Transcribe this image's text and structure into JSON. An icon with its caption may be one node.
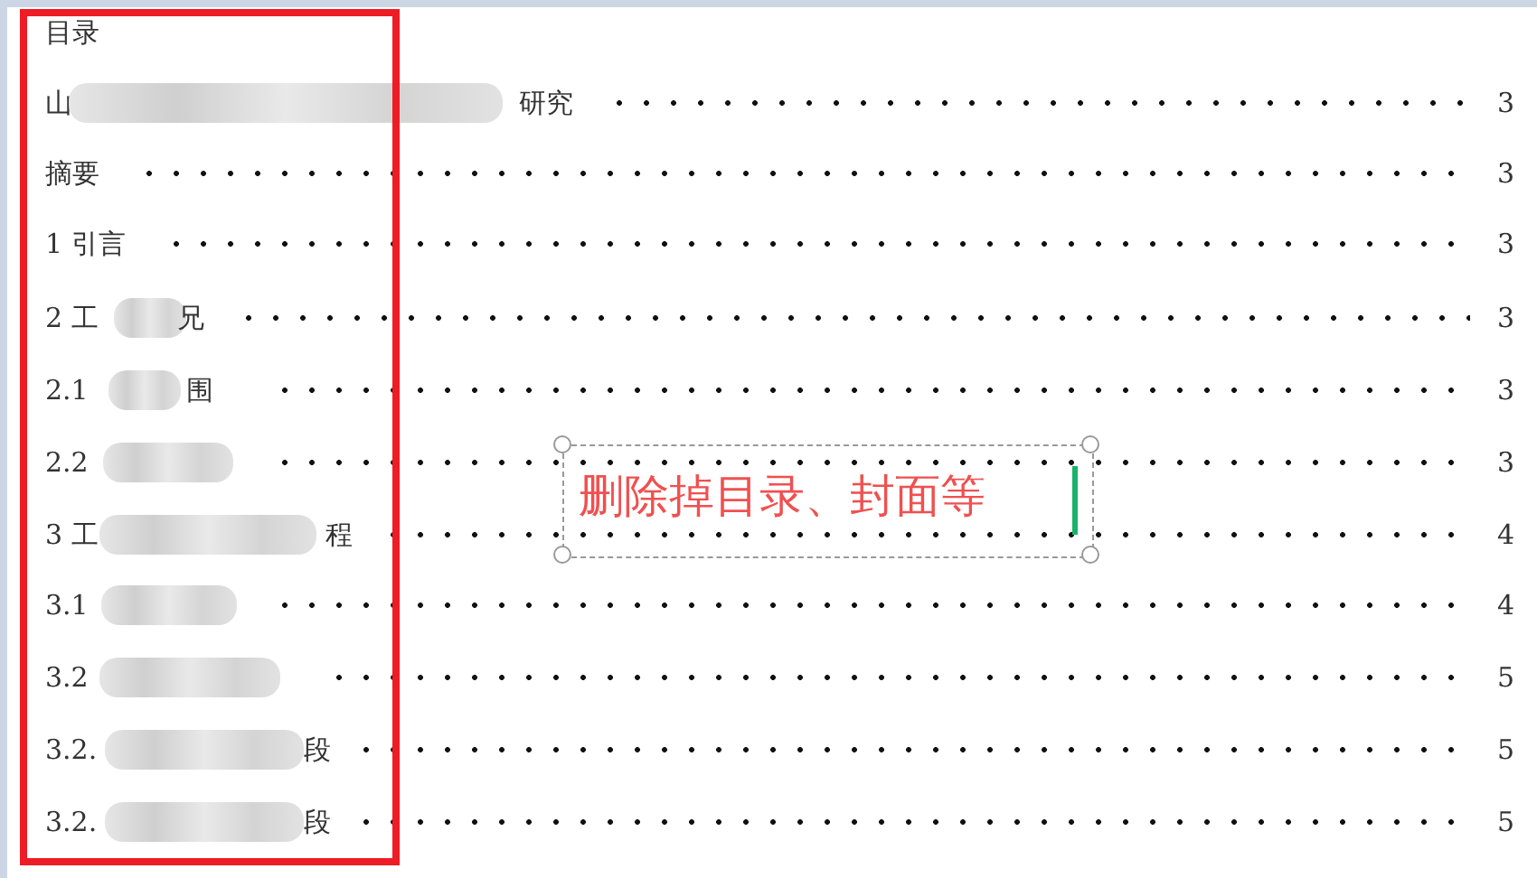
{
  "diagram": {
    "nodes": [
      {
        "text": [],
        "shape": "bar"
      },
      {
        "text": [],
        "shape": "bar"
      },
      {
        "text": [],
        "shape": "bar"
      },
      {
        "text": [],
        "shape": "bar"
      },
      {
        "text": [],
        "shape": "bar"
      },
      {
        "text": [],
        "shape": "bar"
      },
      {
        "text": [],
        "shape": "bar"
      },
      {
        "text": [],
        "shape": "bar"
      },
      {
        "text": [],
        "shape": "bar"
      }
    ],
    "labels": [
      "目录",
      "山",
      "研究",
      "3",
      "摘要",
      "3",
      "1 引言",
      "3",
      "2 工",
      "兄",
      "3",
      "2.1",
      "围",
      "3",
      "2.2",
      "3",
      "3 工",
      "程",
      "4",
      "3.1",
      "4",
      "3.2",
      "5",
      "3.2.",
      "段",
      "5",
      "3.2.",
      "段",
      "5",
      "删除掉目录、封面等"
    ]
  }
}
